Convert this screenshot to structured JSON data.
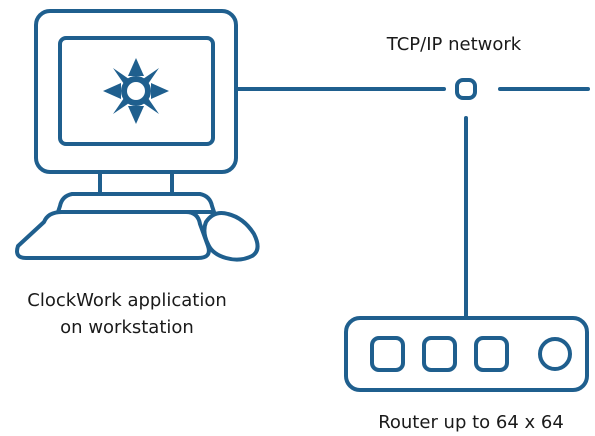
{
  "labels": {
    "network": "TCP/IP network",
    "workstation_line1": "ClockWork application",
    "workstation_line2": "on workstation",
    "router": "Router up to 64 x 64"
  },
  "colors": {
    "line": "#1f5f8e",
    "text": "#1a1a1a",
    "background": "#ffffff"
  },
  "icons": {
    "workstation": "computer-workstation-icon",
    "screen_logo": "clockwork-star-logo-icon",
    "network_node": "network-junction-icon",
    "router": "router-device-icon"
  }
}
